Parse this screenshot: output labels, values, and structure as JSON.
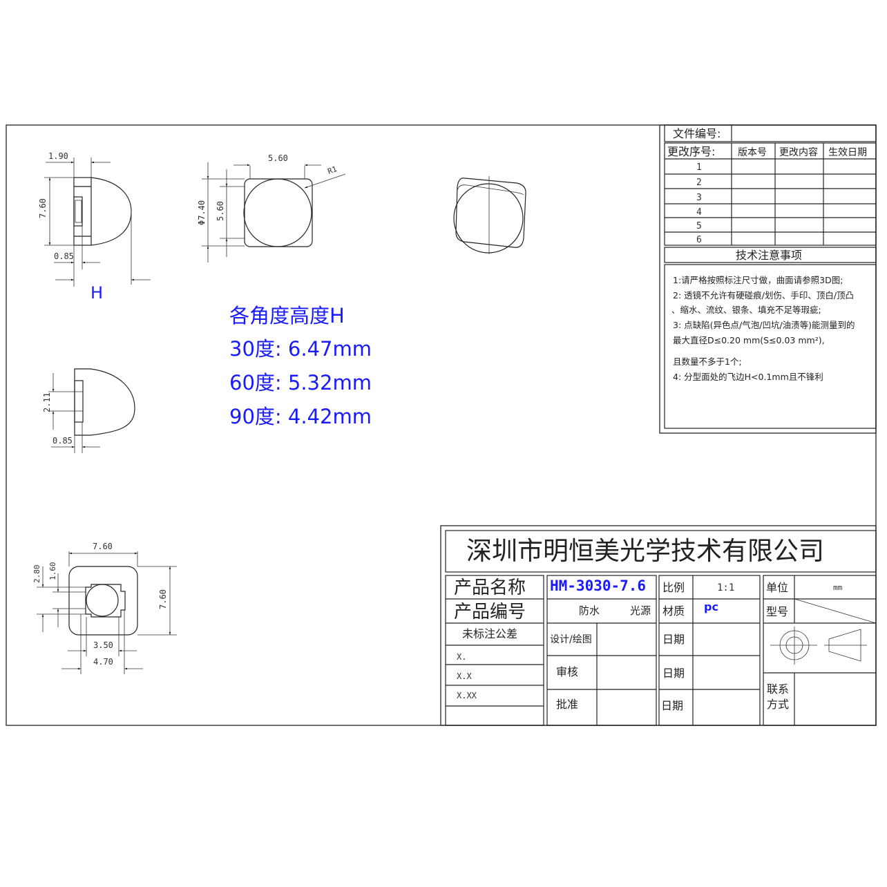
{
  "revision_table": {
    "file_no_label": "文件编号:",
    "file_no_value": "",
    "headers": [
      "更改序号:",
      "版本号",
      "更改内容",
      "生效日期"
    ],
    "rows": [
      "1",
      "2",
      "3",
      "4",
      "5",
      "6"
    ]
  },
  "tech_notes": {
    "title": "技术注意事项",
    "lines": [
      "1:请严格按照标注尺寸做，曲面请参照3D图;",
      "2: 透镜不允许有硬碰痕/划伤、手印、顶白/顶凸",
      "、缩水、流纹、银条、填充不足等瑕疵;",
      "3: 点缺陷(异色点/气泡/凹坑/油渍等)能测量到的",
      "最大直径D≤0.20 mm(S≤0.03 mm²),",
      "且数量不多于1个;",
      "4: 分型面处的飞边H<0.1mm且不锋利"
    ]
  },
  "height_notes": {
    "title": "各角度高度H",
    "items": [
      "30度: 6.47mm",
      "60度: 5.32mm",
      "90度: 4.42mm"
    ]
  },
  "views": {
    "side": {
      "dims": [
        "1.90",
        "7.60",
        "0.85"
      ],
      "h_label": "H"
    },
    "front": {
      "dims": [
        "5.60",
        "Φ7.40",
        "5.60",
        "R1"
      ]
    },
    "section": {
      "dims": [
        "2.11",
        "0.85"
      ]
    },
    "bottom": {
      "dims": [
        "7.60",
        "2.80",
        "1.60",
        "7.60",
        "3.50",
        "4.70"
      ]
    }
  },
  "title_block": {
    "company": "深圳市明恒美光学技术有限公司",
    "product_name_label": "产品名称",
    "product_name_value": "HM-3030-7.6",
    "product_no_label": "产品编号",
    "product_no_value_a": "防水",
    "product_no_value_b": "光源",
    "tolerance_label": "未标注公差",
    "tolerances": [
      "X.",
      "X.X",
      "X.XX"
    ],
    "design_label": "设计/绘图",
    "review_label": "审核",
    "approve_label": "批准",
    "scale_label": "比例",
    "scale_value": "1:1",
    "material_label": "材质",
    "material_value": "pc",
    "date_label": "日期",
    "unit_label": "单位",
    "unit_value": "mm",
    "model_label": "型号",
    "contact_label_1": "联系",
    "contact_label_2": "方式"
  },
  "colors": {
    "annotation_blue": "#1a1aff",
    "line": "#222222"
  }
}
